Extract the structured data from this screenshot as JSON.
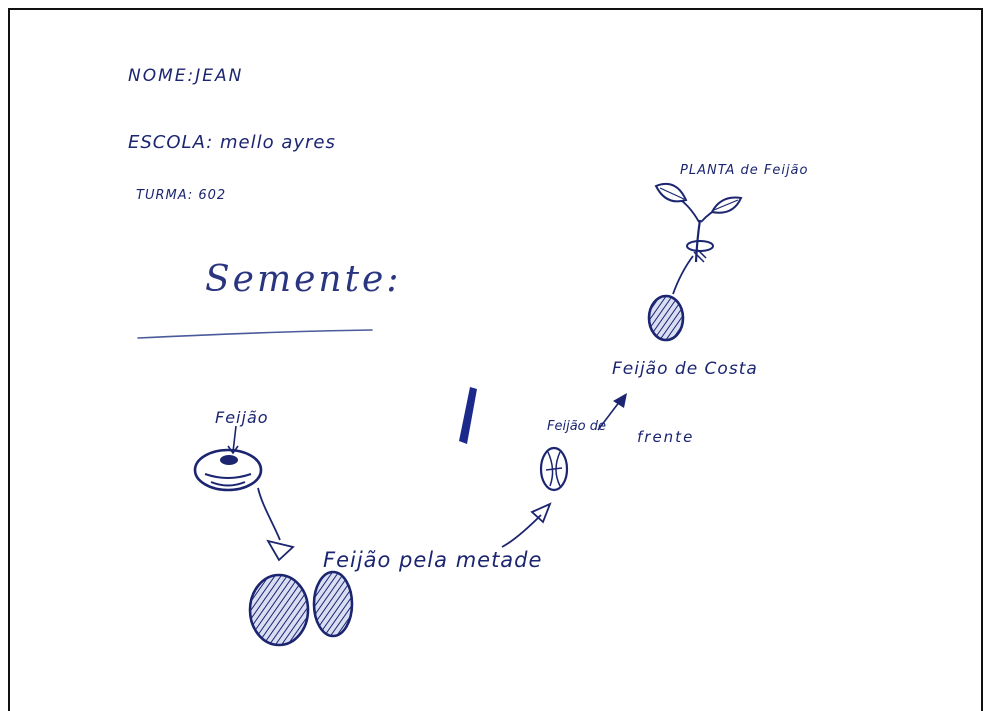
{
  "header": {
    "name_line": "NOME:JEAN",
    "school_line": "ESCOLA: mello ayres",
    "class_line": "TURMA: 602"
  },
  "title": "Semente:",
  "labels": {
    "bean": "Feijão",
    "bean_half": "Feijão pela metade",
    "bean_front_a": "Feijão de",
    "bean_front_b": "frente",
    "bean_back": "Feijão de Costa",
    "plant": "PLANTA de Feijão"
  },
  "colors": {
    "ink": "#1b2570",
    "paper": "#ffffff",
    "frame": "#111111"
  }
}
